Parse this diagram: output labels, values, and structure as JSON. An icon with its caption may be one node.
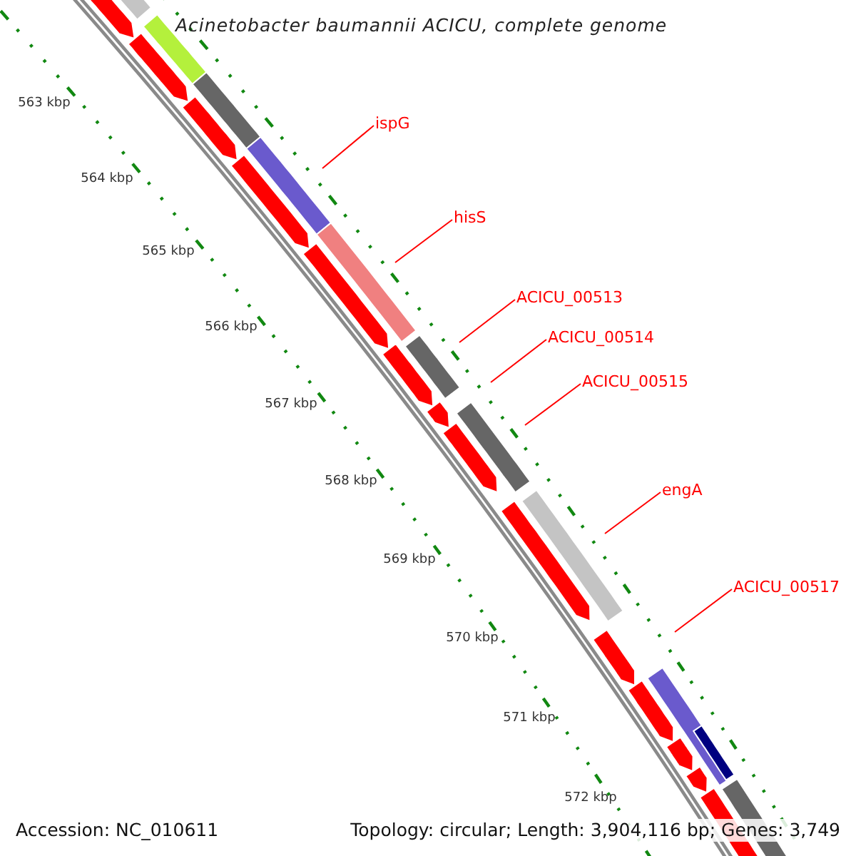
{
  "diagram": {
    "title": "Acinetobacter baumannii ACICU, complete genome",
    "nodes": [
      {
        "text": [
          "ispG"
        ]
      },
      {
        "text": [
          "hisS"
        ]
      },
      {
        "text": [
          "ACICU_00513"
        ]
      },
      {
        "text": [
          "ACICU_00514"
        ]
      },
      {
        "text": [
          "ACICU_00515"
        ]
      },
      {
        "text": [
          "engA"
        ]
      },
      {
        "text": [
          "ACICU_00517"
        ]
      }
    ],
    "edges": [
      {
        "from": 0,
        "to": null,
        "arrow": "none"
      },
      {
        "from": 1,
        "to": null,
        "arrow": "none"
      },
      {
        "from": 2,
        "to": null,
        "arrow": "none"
      },
      {
        "from": 3,
        "to": null,
        "arrow": "none"
      },
      {
        "from": 4,
        "to": null,
        "arrow": "none"
      },
      {
        "from": 5,
        "to": null,
        "arrow": "none"
      },
      {
        "from": 6,
        "to": null,
        "arrow": "none"
      }
    ],
    "labels": [
      "563 kbp",
      "564 kbp",
      "565 kbp",
      "566 kbp",
      "567 kbp",
      "568 kbp",
      "569 kbp",
      "570 kbp",
      "571 kbp",
      "572 kbp",
      "Accession: NC_010611",
      "Topology: circular; Length: 3,904,116 bp; Genes: 3,749"
    ]
  }
}
